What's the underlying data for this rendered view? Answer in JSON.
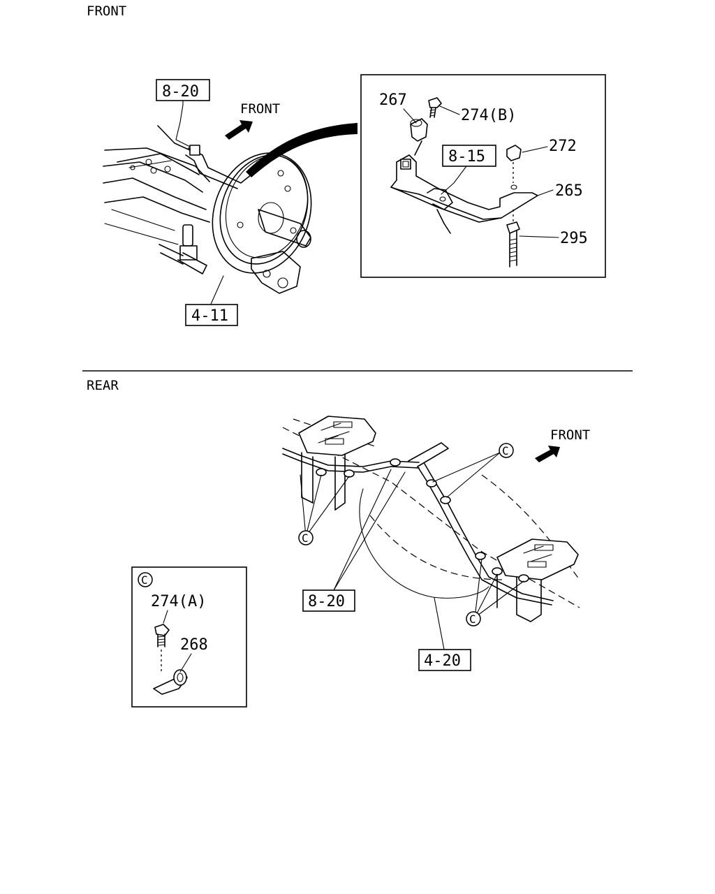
{
  "sections": {
    "front": "FRONT",
    "rear": "REAR"
  },
  "front_view": {
    "direction_label": "FRONT",
    "callouts": {
      "harness_ref": "8-20",
      "axle_ref": "4-11"
    }
  },
  "detail_view": {
    "parts": {
      "p267": "267",
      "p274b": "274(B)",
      "p272": "272",
      "p265": "265",
      "p295": "295"
    },
    "callouts": {
      "ref": "8-15"
    }
  },
  "rear_view": {
    "direction_label": "FRONT",
    "clip_marker": "C",
    "callouts": {
      "harness_ref": "8-20",
      "axle_ref": "4-20"
    }
  },
  "clip_detail": {
    "marker": "C",
    "parts": {
      "p274a": "274(A)",
      "p268": "268"
    }
  }
}
